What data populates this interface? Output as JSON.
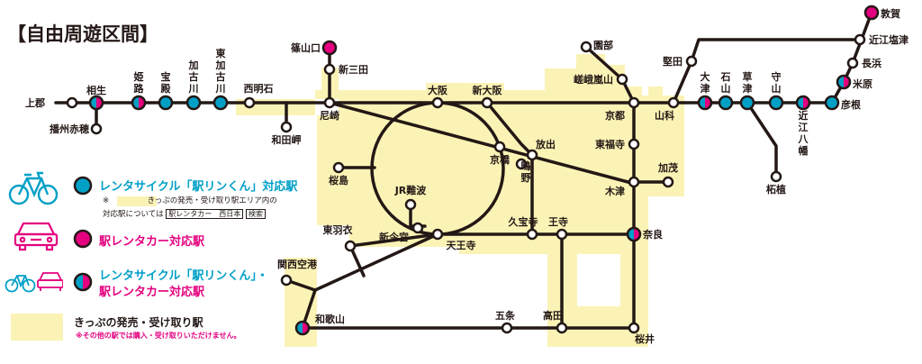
{
  "title": "【自由周遊区間】",
  "colors": {
    "line": "#231815",
    "area": "#fbf3b6",
    "cycle": "#00a0c6",
    "car": "#e4007f"
  },
  "stations": [
    {
      "id": "kamigori",
      "name": "上郡",
      "type": "plain"
    },
    {
      "id": "aioi",
      "name": "相生",
      "type": "both"
    },
    {
      "id": "banshu-ako",
      "name": "播州赤穂",
      "type": "plain"
    },
    {
      "id": "himeji",
      "name": "姫路",
      "type": "both"
    },
    {
      "id": "hoden",
      "name": "宝殿",
      "type": "cycle"
    },
    {
      "id": "kakogawa",
      "name": "加古川",
      "type": "cycle"
    },
    {
      "id": "higashi-kakogawa",
      "name": "東加古川",
      "type": "cycle"
    },
    {
      "id": "nishi-akashi",
      "name": "西明石",
      "type": "plain"
    },
    {
      "id": "wadamisaki",
      "name": "和田岬",
      "type": "plain"
    },
    {
      "id": "sasayamaguchi",
      "name": "篠山口",
      "type": "car"
    },
    {
      "id": "shin-sanda",
      "name": "新三田",
      "type": "plain"
    },
    {
      "id": "amagasaki",
      "name": "尼崎",
      "type": "plain"
    },
    {
      "id": "osaka",
      "name": "大阪",
      "type": "plain"
    },
    {
      "id": "shin-osaka",
      "name": "新大阪",
      "type": "plain"
    },
    {
      "id": "kyobashi",
      "name": "京橋",
      "type": "plain"
    },
    {
      "id": "sakurajima",
      "name": "桜島",
      "type": "plain"
    },
    {
      "id": "jr-namba",
      "name": "JR難波",
      "type": "plain"
    },
    {
      "id": "shin-imamiya",
      "name": "新今宮",
      "type": "plain"
    },
    {
      "id": "tennoji",
      "name": "天王寺",
      "type": "plain"
    },
    {
      "id": "kuboji",
      "name": "久宝寺",
      "type": "plain"
    },
    {
      "id": "oji",
      "name": "王寺",
      "type": "plain"
    },
    {
      "id": "hanaten",
      "name": "放出",
      "type": "plain"
    },
    {
      "id": "shigino",
      "name": "鴫野",
      "type": "plain"
    },
    {
      "id": "higashi-hagoromo",
      "name": "東羽衣",
      "type": "plain"
    },
    {
      "id": "kansai-airport",
      "name": "関西空港",
      "type": "plain"
    },
    {
      "id": "wakayama",
      "name": "和歌山",
      "type": "both"
    },
    {
      "id": "gojo",
      "name": "五条",
      "type": "plain"
    },
    {
      "id": "takada",
      "name": "高田",
      "type": "plain"
    },
    {
      "id": "sakurai",
      "name": "桜井",
      "type": "plain"
    },
    {
      "id": "nara",
      "name": "奈良",
      "type": "both"
    },
    {
      "id": "kizu",
      "name": "木津",
      "type": "plain"
    },
    {
      "id": "kamo",
      "name": "加茂",
      "type": "plain"
    },
    {
      "id": "higashi-fukuchi",
      "name": "東福寺",
      "type": "plain"
    },
    {
      "id": "kyoto",
      "name": "京都",
      "type": "plain"
    },
    {
      "id": "sagaarashiyama",
      "name": "嵯峨嵐山",
      "type": "plain"
    },
    {
      "id": "sonobe",
      "name": "園部",
      "type": "plain"
    },
    {
      "id": "yamashina",
      "name": "山科",
      "type": "plain"
    },
    {
      "id": "katata",
      "name": "堅田",
      "type": "plain"
    },
    {
      "id": "otsu",
      "name": "大津",
      "type": "both"
    },
    {
      "id": "ishiyama",
      "name": "石山",
      "type": "cycle"
    },
    {
      "id": "kusatsu",
      "name": "草津",
      "type": "cycle"
    },
    {
      "id": "moriyama",
      "name": "守山",
      "type": "cycle"
    },
    {
      "id": "omi-hachiman",
      "name": "近江八幡",
      "type": "both"
    },
    {
      "id": "tsuge",
      "name": "柘植",
      "type": "plain"
    },
    {
      "id": "hikone",
      "name": "彦根",
      "type": "cycle"
    },
    {
      "id": "maibara",
      "name": "米原",
      "type": "both"
    },
    {
      "id": "nagahama",
      "name": "長浜",
      "type": "plain"
    },
    {
      "id": "omi-shiotsu",
      "name": "近江塩津",
      "type": "plain"
    },
    {
      "id": "tsuruga",
      "name": "敦賀",
      "type": "car"
    }
  ],
  "legend": {
    "cycle_label": "レンタサイクル「駅リンくん」対応駅",
    "note_line1": "※　　　　　きっぷの発売・受け取り駅エリア内の",
    "note_line2_prefix": "対応駅については",
    "note_box1": "駅レンタカー　西日本",
    "note_box2": "検索",
    "car_label": "駅レンタカー対応駅",
    "both_label_line1": "レンタサイクル「駅リンくん」・",
    "both_label_line2": "駅レンタカー対応駅",
    "area_label": "きっぷの発売・受け取り駅",
    "area_note": "※その他の駅では購入・受け取りいただけません。"
  }
}
